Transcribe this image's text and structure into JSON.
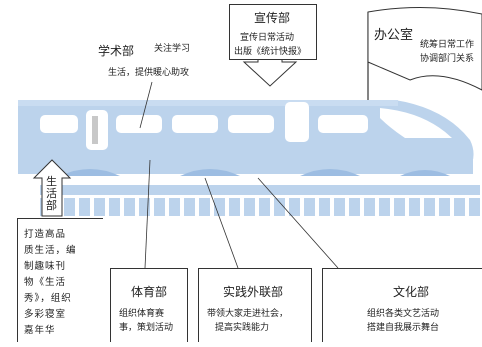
{
  "departments": {
    "academic": {
      "name": "学术部",
      "desc_line1": "关注学习",
      "desc_line2": "生活，提供暖心助攻"
    },
    "publicity": {
      "name": "宣传部",
      "desc_line1": "宣传日常活动",
      "desc_line2": "出版《统计快报》"
    },
    "office": {
      "name": "办公室",
      "desc_line1": "统筹日常工作",
      "desc_line2": "协调部门关系"
    },
    "life": {
      "name": "生活部",
      "desc_lines": [
        "打造高品",
        "质生活，编",
        "制趣味刊",
        "物《生活",
        "秀》，组织",
        "多彩寝室",
        "嘉年华"
      ]
    },
    "sports": {
      "name": "体育部",
      "desc_line1": "组织体育赛",
      "desc_line2": "事，策划活动"
    },
    "practice": {
      "name": "实践外联部",
      "desc_line1": "带领大家走进社会，",
      "desc_line2": "提高实践能力"
    },
    "culture": {
      "name": "文化部",
      "desc_line1": "组织各类文艺活动",
      "desc_line2": "搭建自我展示舞台"
    }
  },
  "colors": {
    "train": "#bcd3ec",
    "train_dark": "#9dbde2",
    "window": "#ffffff",
    "line": "#333333"
  }
}
